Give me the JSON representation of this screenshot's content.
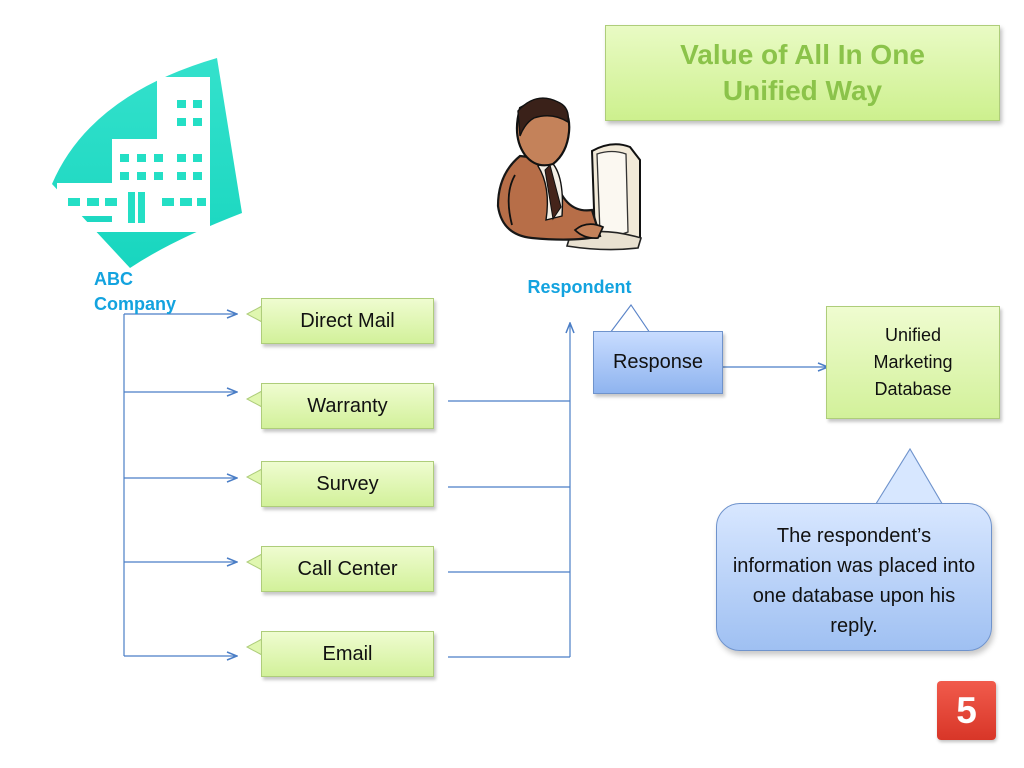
{
  "title": "Value of All In One Unified Way",
  "company": {
    "name": "ABC Company"
  },
  "respondent": {
    "label": "Respondent"
  },
  "channels": [
    "Direct Mail",
    "Warranty",
    "Survey",
    "Call Center",
    "Email"
  ],
  "response": "Response",
  "database": "Unified Marketing Database",
  "note": "The respondent’s information was placed into one database upon his reply.",
  "logo": {
    "text": "5",
    "icon": "fifty-logo-icon",
    "color": "#e94a3c"
  },
  "colors": {
    "accent": "#13a3df",
    "title": "#8bc34a",
    "building": "#24dfc5",
    "connector": "#4b7ec6"
  }
}
